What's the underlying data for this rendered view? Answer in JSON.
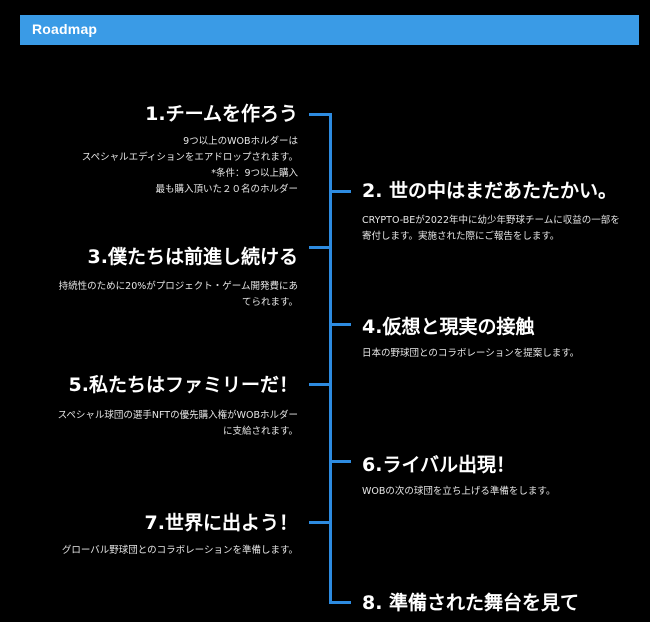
{
  "header": {
    "title": "Roadmap",
    "bg_color": "#3a9be6"
  },
  "timeline": {
    "line_color": "#2d8be0",
    "items": [
      {
        "title": "1.チームを作ろう",
        "side": "left",
        "desc": [
          "9つ以上のWOBホルダーは",
          "スペシャルエディションをエアドロップされます。",
          "*条件：9つ以上購入",
          "最も購入頂いた２０名のホルダー"
        ]
      },
      {
        "title": "2. 世の中はまだあたたかい。",
        "side": "right",
        "desc": [
          "CRYPTO-BEが2022年中に幼少年野球チームに収益の一部を",
          "寄付します。実施された際にご報告をします。"
        ]
      },
      {
        "title": "3.僕たちは前進し続ける",
        "side": "left",
        "desc": [
          "持続性のために20%がプロジェクト・ゲーム開発費にあ",
          "てられます。"
        ]
      },
      {
        "title": "4.仮想と現実の接触",
        "side": "right",
        "desc": [
          "日本の野球団とのコラボレーションを提案します。"
        ]
      },
      {
        "title": "5.私たちはファミリーだ！",
        "side": "left",
        "desc": [
          "スペシャル球団の選手NFTの優先購入権がWOBホルダー",
          "に支給されます。"
        ]
      },
      {
        "title": "6.ライバル出現！",
        "side": "right",
        "desc": [
          "WOBの次の球団を立ち上げる準備をします。"
        ]
      },
      {
        "title": "7.世界に出よう！",
        "side": "left",
        "desc": [
          "グローバル野球団とのコラボレーションを準備します。"
        ]
      },
      {
        "title": "8. 準備された舞台を見て",
        "side": "right",
        "desc": []
      }
    ]
  }
}
